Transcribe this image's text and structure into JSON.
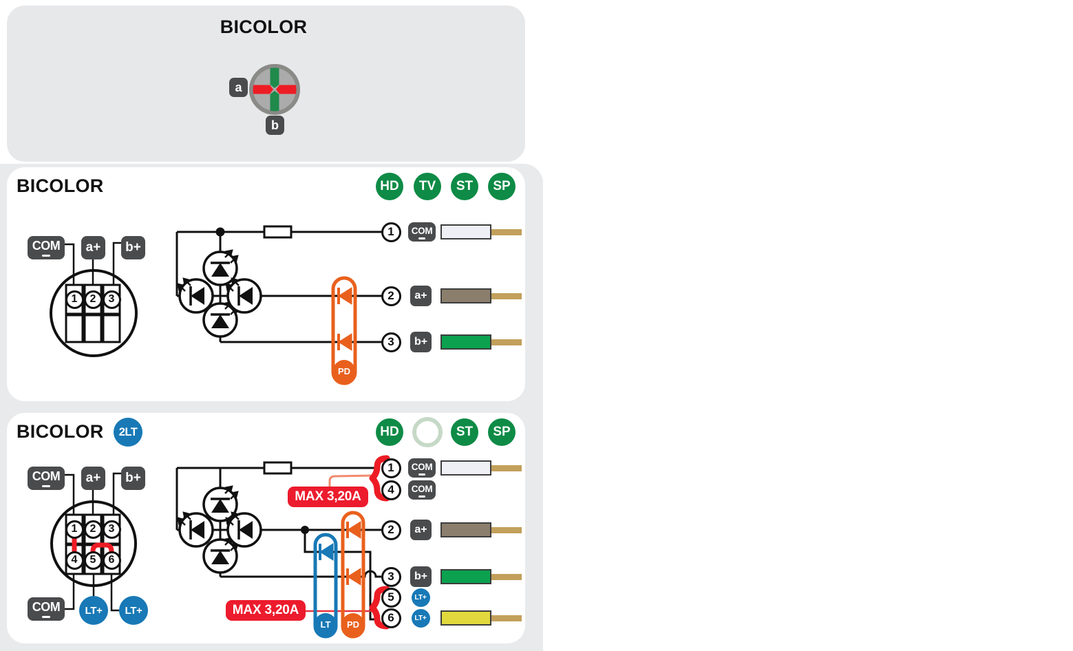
{
  "colors": {
    "page_bg": "#ffffff",
    "backdrop": "#e9eaeb",
    "top_panel_bg": "#e7e8ea",
    "card_bg": "#ffffff",
    "badge_dark": "#4a4b4d",
    "badge_green": "#0e8b46",
    "badge_ring_pale": "#c6d9c7",
    "badge_blue": "#1879b6",
    "accent_orange": "#e9601d",
    "accent_red": "#ed1c24",
    "max_badge_red": "#ec1b2d",
    "wire_white": "#eef0f6",
    "wire_gray": "#8c7e6d",
    "wire_green": "#0ba14e",
    "wire_yellow": "#e0d83d",
    "wire_tip_tan": "#c2a05c",
    "led_green": "#1f8a4b",
    "led_red": "#ed1c24",
    "led_body_gray": "#ababab"
  },
  "top_panel": {
    "title": "BICOLOR",
    "label_a": "a",
    "label_b": "b"
  },
  "middle_panel": {
    "title": "BICOLOR",
    "badges": {
      "b1": "HD",
      "b2": "TV",
      "b3": "ST",
      "b4": "SP"
    },
    "connector": {
      "com": "COM",
      "a": "a+",
      "b": "b+",
      "pin1": "1",
      "pin2": "2",
      "pin3": "3"
    },
    "pd_label": "PD",
    "outputs": {
      "o1": {
        "pin": "1",
        "label": "COM",
        "wire_color": "white"
      },
      "o2": {
        "pin": "2",
        "label": "a+",
        "wire_color": "gray"
      },
      "o3": {
        "pin": "3",
        "label": "b+",
        "wire_color": "green"
      }
    }
  },
  "bottom_panel": {
    "title": "BICOLOR",
    "variant": "2LT",
    "badges": {
      "b1": "HD",
      "b2": "",
      "b3": "ST",
      "b4": "SP"
    },
    "connector": {
      "com_top": "COM",
      "a": "a+",
      "b": "b+",
      "com_bottom": "COM",
      "lt_left": "LT+",
      "lt_right": "LT+",
      "pin1": "1",
      "pin2": "2",
      "pin3": "3",
      "pin4": "4",
      "pin5": "5",
      "pin6": "6"
    },
    "max_current": "MAX 3,20A",
    "lt_label": "LT",
    "pd_label": "PD",
    "outputs": {
      "o1": {
        "pin": "1",
        "label": "COM",
        "wire_color": "white"
      },
      "o4": {
        "pin": "4",
        "label": "COM",
        "wire_color": "none"
      },
      "o2": {
        "pin": "2",
        "label": "a+",
        "wire_color": "gray"
      },
      "o3": {
        "pin": "3",
        "label": "b+",
        "wire_color": "green"
      },
      "o5": {
        "pin": "5",
        "label": "LT+",
        "wire_color": "none"
      },
      "o6": {
        "pin": "6",
        "label": "LT+",
        "wire_color": "yellow"
      }
    }
  }
}
